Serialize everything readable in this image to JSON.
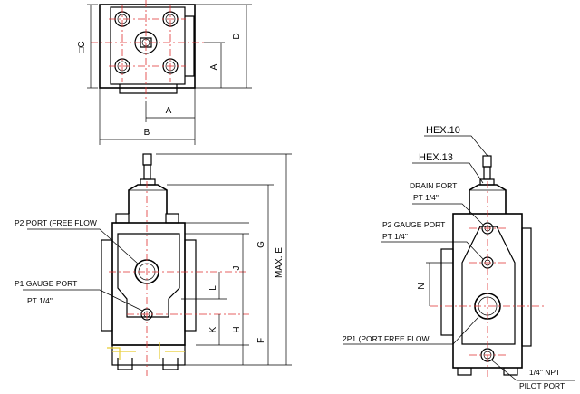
{
  "top_view": {
    "dim_c": "□C",
    "dim_d": "D",
    "dim_a_vertical": "A",
    "dim_a_horizontal": "A",
    "dim_b": "B"
  },
  "front_view": {
    "p2_port": "P2 PORT (FREE FLOW",
    "p1_gauge_port": "P1 GAUGE PORT",
    "p1_thread": "PT 1/4\"",
    "dim_g": "G",
    "dim_e": "MAX. E",
    "dim_j": "J",
    "dim_l": "L",
    "dim_k": "K",
    "dim_h": "H",
    "dim_f": "F"
  },
  "side_view": {
    "hex10": "HEX.10",
    "hex13": "HEX.13",
    "drain_port": "DRAIN PORT",
    "drain_thread": "PT 1/4\"",
    "p2_gauge_port": "P2 GAUGE PORT",
    "p2_thread": "PT 1/4\"",
    "dim_n": "N",
    "p1_port": "2P1 (PORT FREE FLOW",
    "npt": "1/4\" NPT",
    "pilot_port": "PILOT PORT"
  }
}
